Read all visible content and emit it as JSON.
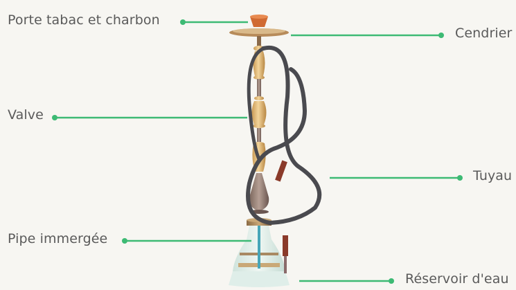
{
  "labels": {
    "porte_tabac": "Porte tabac et charbon",
    "cendrier": "Cendrier",
    "valve": "Valve",
    "tuyau": "Tuyau",
    "pipe": "Pipe immergée",
    "reservoir": "Réservoir d'eau"
  },
  "colors": {
    "leader_line": "#3dba74",
    "text": "#5a5a5a",
    "background": "#f7f6f2"
  }
}
